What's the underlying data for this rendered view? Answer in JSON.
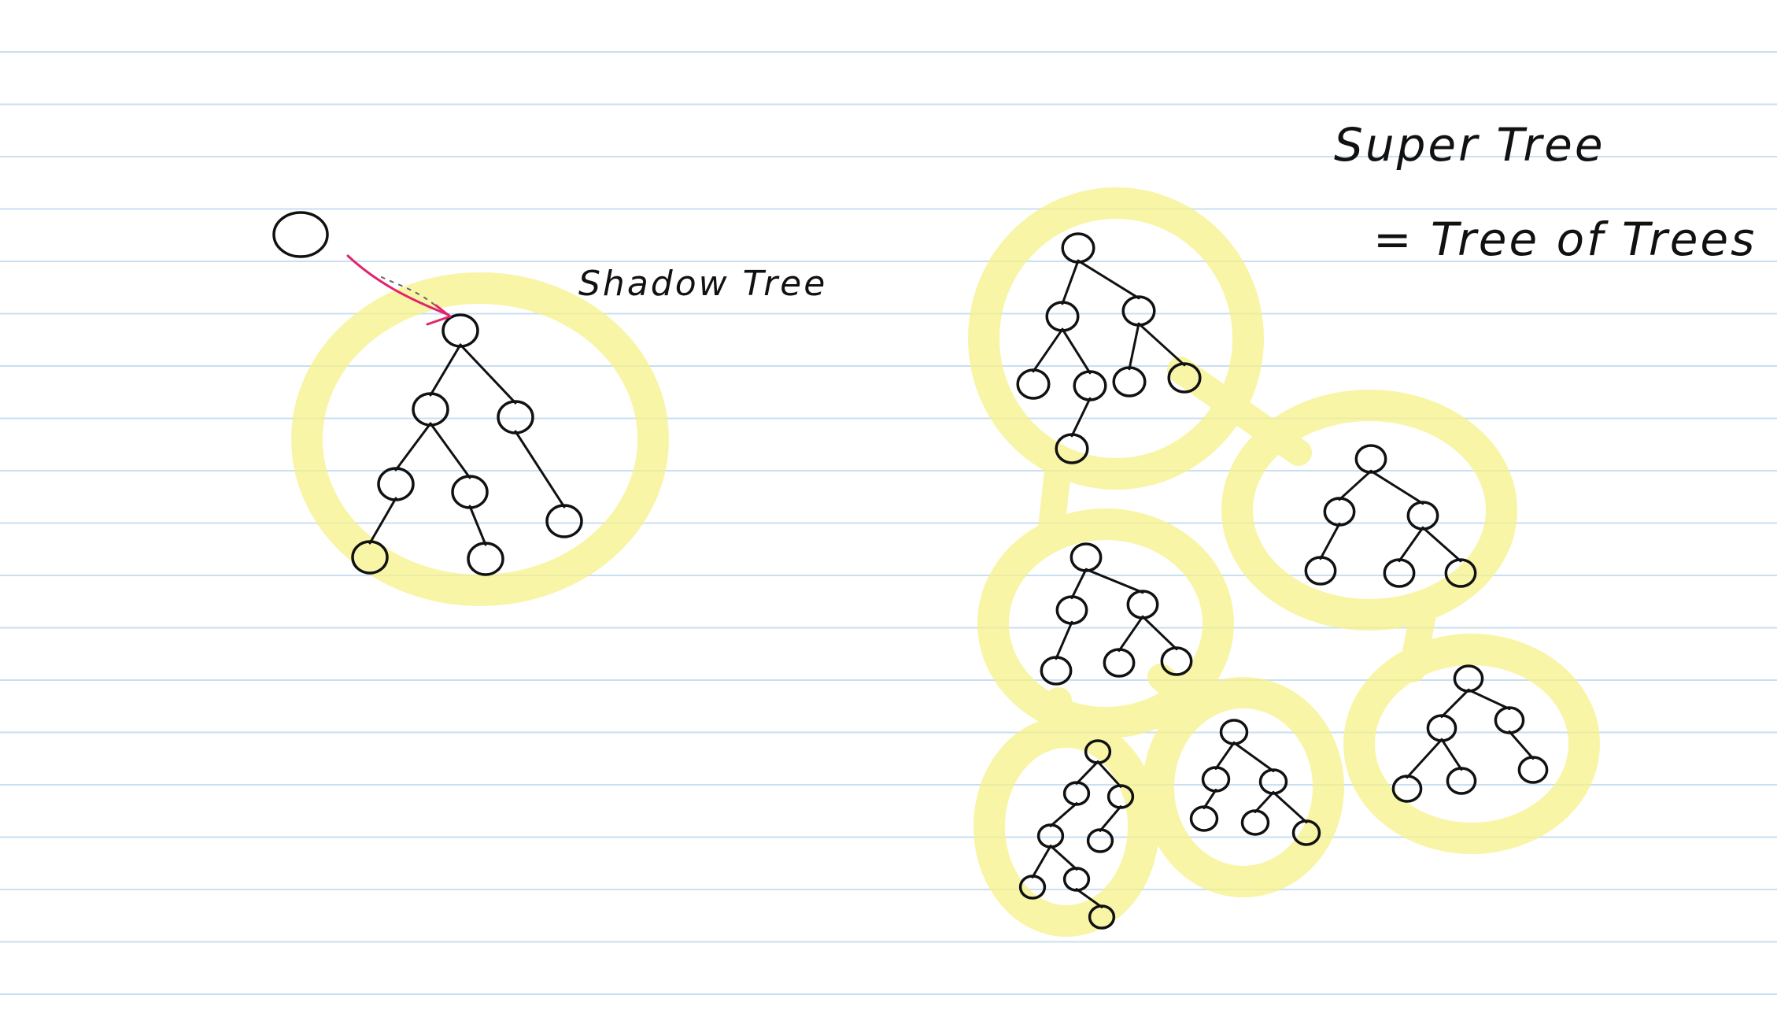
{
  "labels": {
    "shadow_tree": "Shadow Tree",
    "super_tree": "Super Tree",
    "tree_of_trees": "= Tree of Trees"
  },
  "colors": {
    "paper": "#ffffff",
    "rule_line": "#c9dff2",
    "ink": "#111111",
    "highlight": "#f6f28a",
    "arrow": "#e0246e"
  }
}
